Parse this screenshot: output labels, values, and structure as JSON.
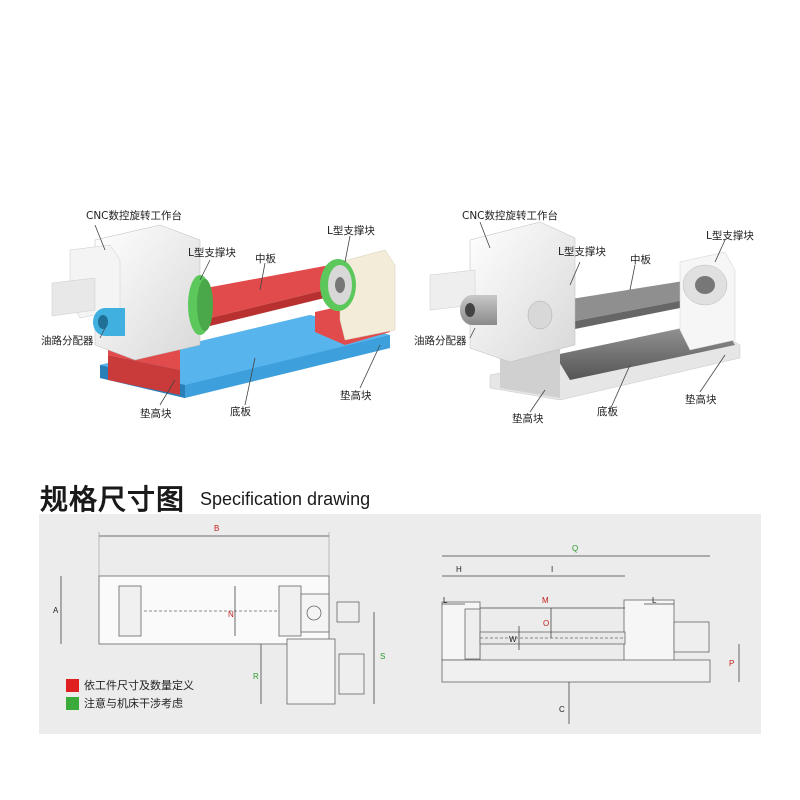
{
  "color_labels": {
    "cnc_table": "CNC数控旋转工作台",
    "l_block": "L型支撑块",
    "middle_plate": "中板",
    "oil_distributor": "油路分配器",
    "riser_block": "垫高块",
    "base_plate": "底板"
  },
  "gray_labels": {
    "cnc_table": "CNC数控旋转工作台",
    "l_block_left": "L型支撑块",
    "l_block_right": "L型支撑块",
    "middle_plate": "中板",
    "oil_distributor": "油路分配器",
    "riser_block": "垫高块",
    "base_plate": "底板",
    "riser_block_right": "垫高块"
  },
  "section": {
    "title_cn": "规格尺寸图",
    "title_en": "Specification drawing"
  },
  "dimensions": {
    "B": "B",
    "A": "A",
    "N": "N",
    "S": "S",
    "R": "R",
    "Q": "Q",
    "H": "H",
    "I": "I",
    "L1": "L",
    "L2": "L",
    "M": "M",
    "O": "O",
    "W": "W",
    "P": "P",
    "C": "C"
  },
  "legend": [
    {
      "text": "依工件尺寸及数量定义",
      "color": "#e02020"
    },
    {
      "text": "注意与机床干涉考虑",
      "color": "#3aab3a"
    }
  ],
  "colors": {
    "red": "#e24b4b",
    "blue": "#3d9fdc",
    "green": "#5cc85c",
    "gray_panel": "#ececec"
  }
}
